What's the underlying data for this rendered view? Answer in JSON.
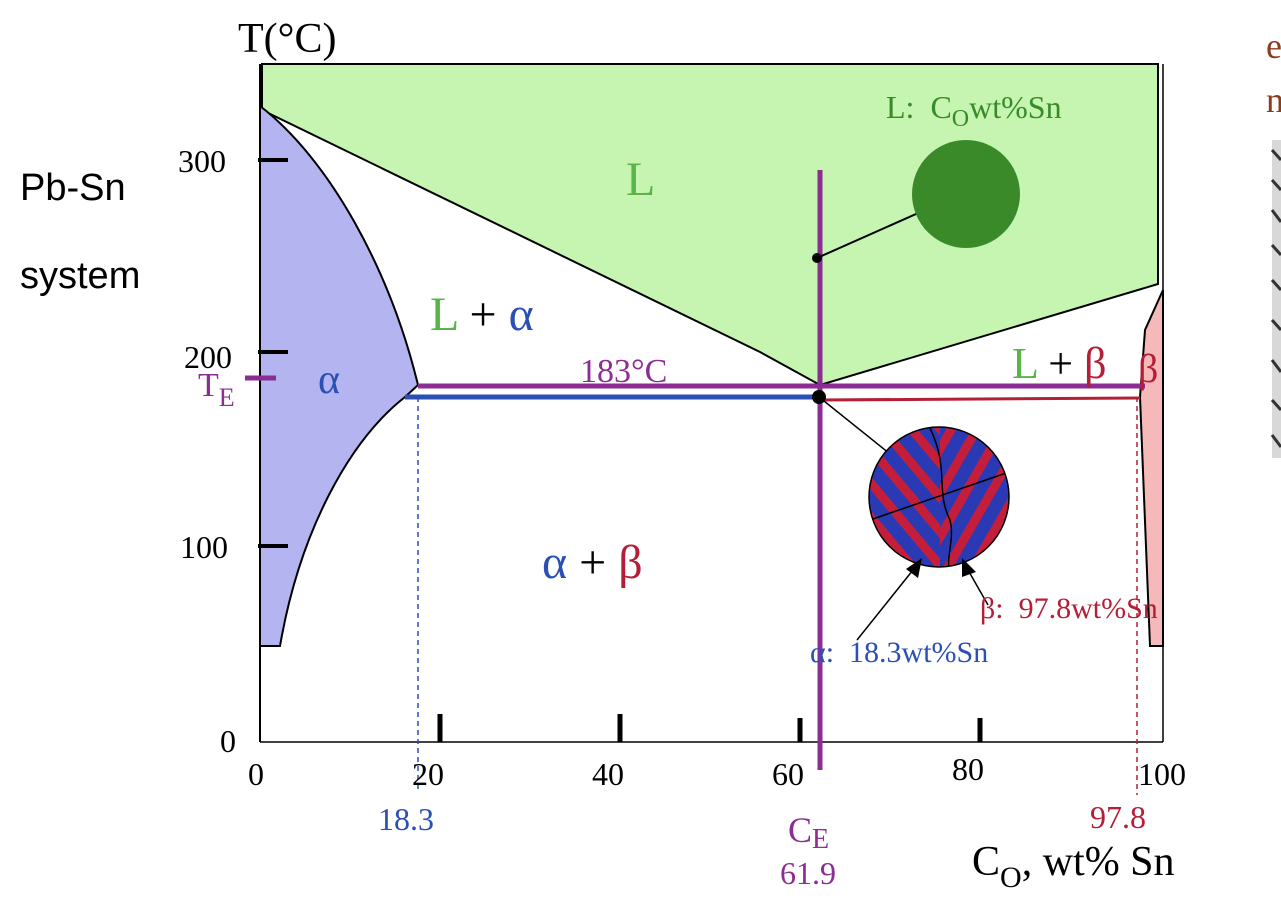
{
  "title": {
    "line1": "Pb-Sn",
    "line2": "system"
  },
  "axes": {
    "y_label": "T(°C)",
    "y_ticks": [
      "300",
      "200",
      "100",
      "0"
    ],
    "x_ticks": [
      "0",
      "20",
      "40",
      "60",
      "80",
      "100"
    ],
    "x_label": {
      "main": "C",
      "sub": "O",
      "rest": ", wt% Sn"
    }
  },
  "regions": {
    "liquid": "L",
    "l_alpha": {
      "l": "L",
      "plus": " + ",
      "phase": "α"
    },
    "alpha": "α",
    "l_beta": {
      "l": "L",
      "plus": " + ",
      "phase": "β"
    },
    "beta": "β",
    "alpha_beta": {
      "a": "α",
      "plus": " + ",
      "b": "β"
    }
  },
  "eutectic": {
    "temperature": "183°C",
    "te_main": "T",
    "te_sub": "E",
    "ce_main": "C",
    "ce_sub": "E",
    "ce_value": "61.9",
    "alpha_comp": "18.3",
    "beta_comp": "97.8"
  },
  "callouts": {
    "liquid": {
      "pre": "L:  C",
      "sub": "O",
      "post": "wt%Sn"
    },
    "beta": "β:  97.8wt%Sn",
    "alpha": "α:  18.3wt%Sn"
  },
  "cutoff_text": [
    "e",
    "n"
  ],
  "colors": {
    "liquid": "#c5f5b0",
    "alpha_region": "#b4b4f0",
    "beta_region": "#f5b9b9",
    "purple": "#8c2d96",
    "blue": "#2a4fb5",
    "red": "#b41e37",
    "green_text": "#5ab44a",
    "green_ball": "#3a8a2a",
    "brown_text": "#8a3c1e"
  }
}
